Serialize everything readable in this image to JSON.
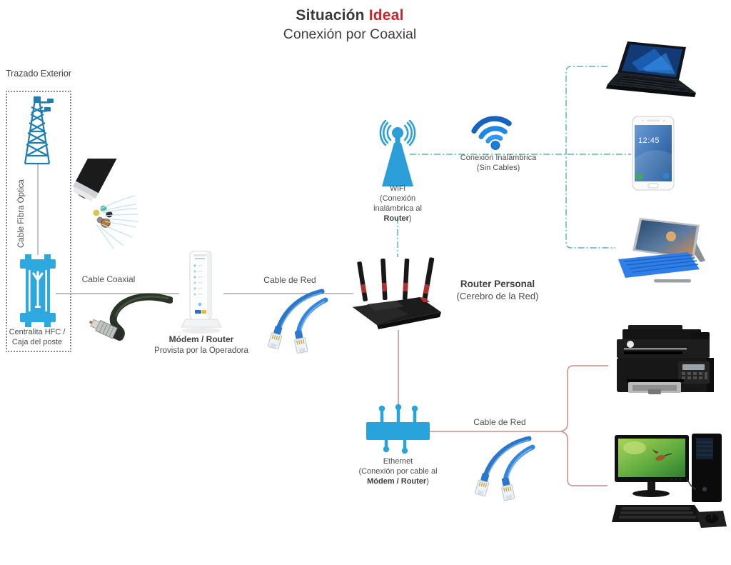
{
  "title": {
    "main": "Situación",
    "accent": "Ideal",
    "subtitle": "Conexión por Coaxial"
  },
  "exterior": {
    "title": "Trazado Exterior",
    "fiber_cable_label": "Cable Fibra Óptica",
    "hfc_line1": "Centralita HFC /",
    "hfc_line2": "Caja del poste"
  },
  "labels": {
    "cable_coaxial": "Cable Coaxial",
    "cable_red_top": "Cable de Red",
    "cable_red_bottom": "Cable de Red"
  },
  "modem": {
    "name": "Módem / Router",
    "provider": "Provista por la Operadora"
  },
  "router": {
    "name": "Router Personal",
    "subtitle": "(Cerebro de la Red)"
  },
  "wifi_antenna": {
    "line1": "WiFi",
    "line2": "(Conexión",
    "line3": "inalámbrica al",
    "line4_bold": "Router",
    "line4_end": ")"
  },
  "wireless": {
    "line1": "Conexión Inalámbrica",
    "line2": "(Sin Cables)"
  },
  "ethernet": {
    "line1": "Ethernet",
    "line2": "(Conexión por cable al",
    "line3_bold": "Módem / Router",
    "line3_end": ")"
  },
  "phone": {
    "time": "12:45"
  },
  "colors": {
    "accent_red": "#C9252B",
    "title_gray": "#3A3A3A",
    "icon_blue_light": "#2EA9DF",
    "icon_blue_dark": "#1E7DB2",
    "wireless_line_teal": "#58B5B0",
    "wired_line_salmon": "#CF8A84",
    "neutral_line_gray": "#999999"
  }
}
